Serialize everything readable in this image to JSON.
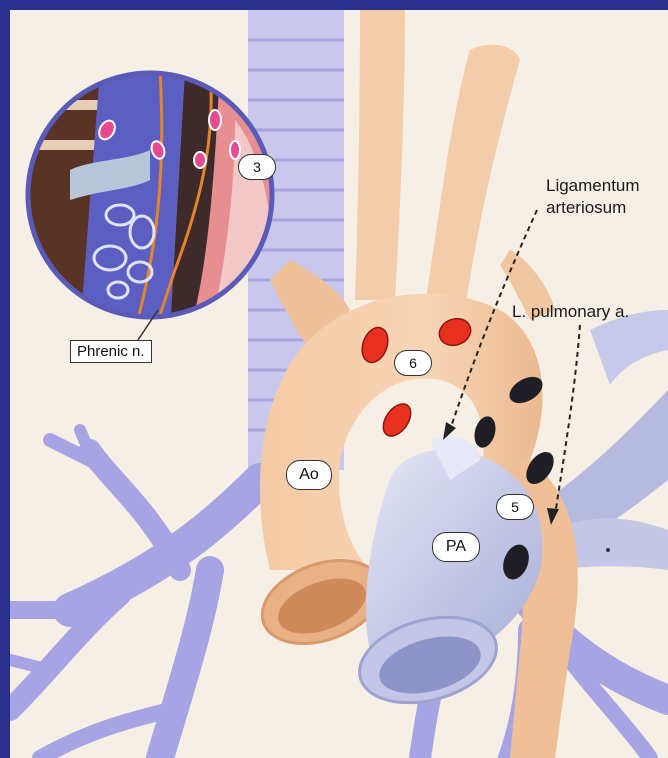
{
  "labels": {
    "ligamentum": "Ligamentum",
    "arteriosum": "arteriosum",
    "l_pulmonary": "L. pulmonary a.",
    "phrenic": "Phrenic n.",
    "ao": "Ao",
    "pa": "PA",
    "station_3": "3",
    "station_5": "5",
    "station_6": "6"
  },
  "colors": {
    "border": "#2a2f8c",
    "background": "#f6efe6",
    "aorta": "#f2c39a",
    "pulmonary_artery": "#b9bde0",
    "bronchi": "#9c9ae0",
    "red_nodes": "#e8301e",
    "black_nodes": "#1e1e24"
  }
}
